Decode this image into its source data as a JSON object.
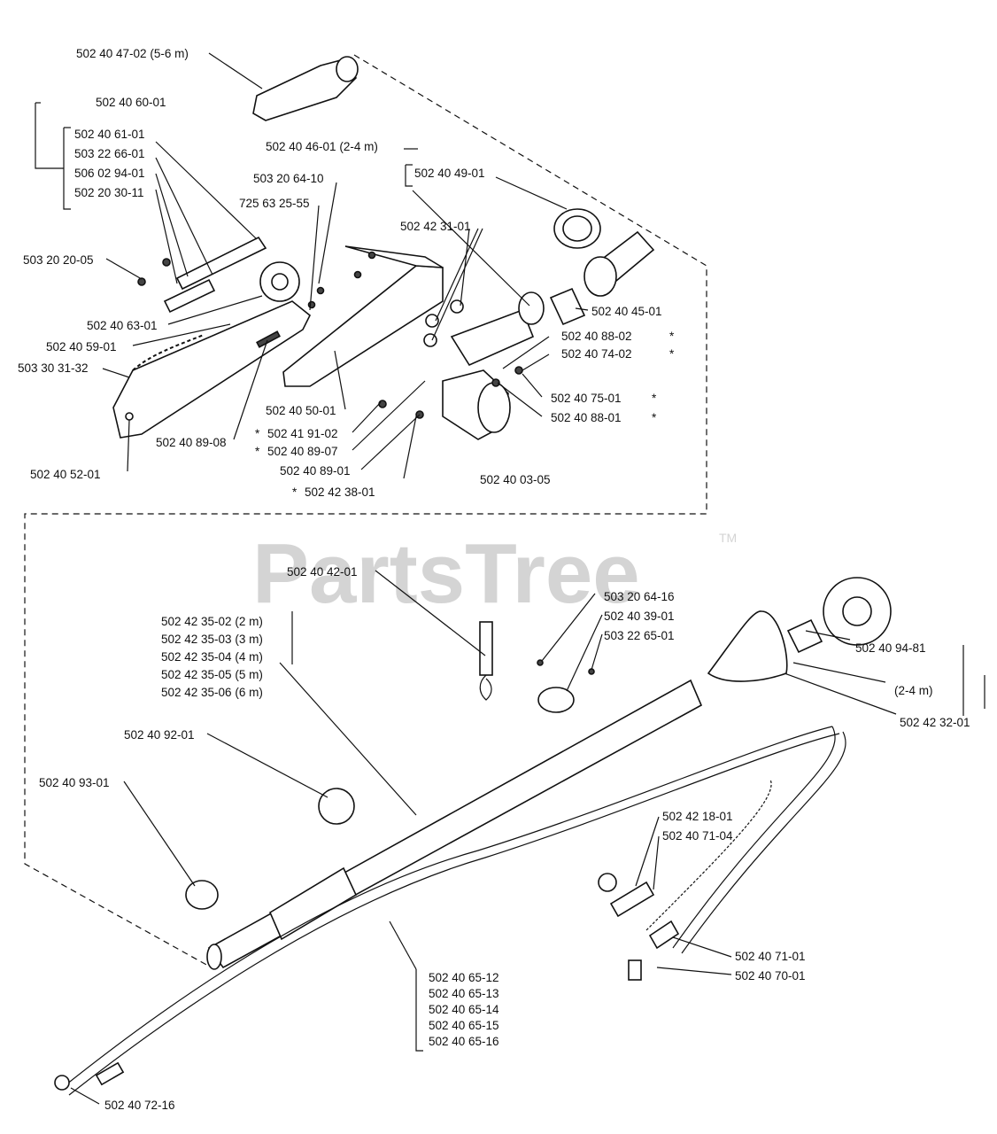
{
  "watermark": {
    "text": "PartsTree",
    "trademark": "TM"
  },
  "labels": {
    "p_502_40_47_02": "502 40 47-02 (5-6 m)",
    "p_502_40_60_01": "502 40 60-01",
    "p_502_40_61_01": "502 40 61-01",
    "p_503_22_66_01": "503 22 66-01",
    "p_506_02_94_01": "506 02 94-01",
    "p_502_20_30_11": "502 20 30-11",
    "p_502_40_46_01": "502 40 46-01 (2-4 m)",
    "p_502_40_49_01": "502 40 49-01",
    "p_503_20_64_10": "503 20 64-10",
    "p_725_63_25_55": "725 63 25-55",
    "p_502_42_31_01": "502 42 31-01",
    "p_503_20_20_05": "503 20 20-05",
    "p_502_40_63_01": "502 40 63-01",
    "p_502_40_59_01": "502 40 59-01",
    "p_503_30_31_32": "503 30 31-32",
    "p_502_40_45_01": "502 40 45-01",
    "p_502_40_88_02": "502 40 88-02",
    "p_502_40_74_02": "502 40 74-02",
    "p_502_40_75_01": "502 40 75-01",
    "p_502_40_88_01": "502 40 88-01",
    "p_502_40_50_01": "502 40 50-01",
    "p_502_40_89_08": "502 40 89-08",
    "p_502_41_91_02": "502 41 91-02",
    "p_502_40_89_07": "502 40 89-07",
    "p_502_40_52_01": "502 40 52-01",
    "p_502_40_89_01": "502 40 89-01",
    "p_502_40_03_05": "502 40 03-05",
    "p_502_42_38_01": "502 42 38-01",
    "p_502_40_42_01": "502 40 42-01",
    "p_503_20_64_16": "503 20 64-16",
    "p_502_40_39_01": "502 40 39-01",
    "p_503_22_65_01": "503 22 65-01",
    "p_502_42_35_02": "502 42 35-02 (2 m)",
    "p_502_42_35_03": "502 42 35-03 (3 m)",
    "p_502_42_35_04": "502 42 35-04 (4 m)",
    "p_502_42_35_05": "502 42 35-05 (5 m)",
    "p_502_42_35_06": "502 42 35-06 (6 m)",
    "p_502_40_94_81": "502 40 94-81",
    "p_2_4_m": "(2-4 m)",
    "p_502_42_32_01": "502 42 32-01",
    "p_502_40_92_01": "502 40 92-01",
    "p_502_40_93_01": "502 40 93-01",
    "p_502_42_18_01": "502 42 18-01",
    "p_502_40_71_04": "502 40 71-04",
    "p_502_40_71_01": "502 40 71-01",
    "p_502_40_70_01": "502 40 70-01",
    "p_502_40_65_12": "502 40 65-12",
    "p_502_40_65_13": "502 40 65-13",
    "p_502_40_65_14": "502 40 65-14",
    "p_502_40_65_15": "502 40 65-15",
    "p_502_40_65_16": "502 40 65-16",
    "p_502_40_72_16": "502 40 72-16"
  },
  "markers": {
    "asterisk": "*"
  }
}
